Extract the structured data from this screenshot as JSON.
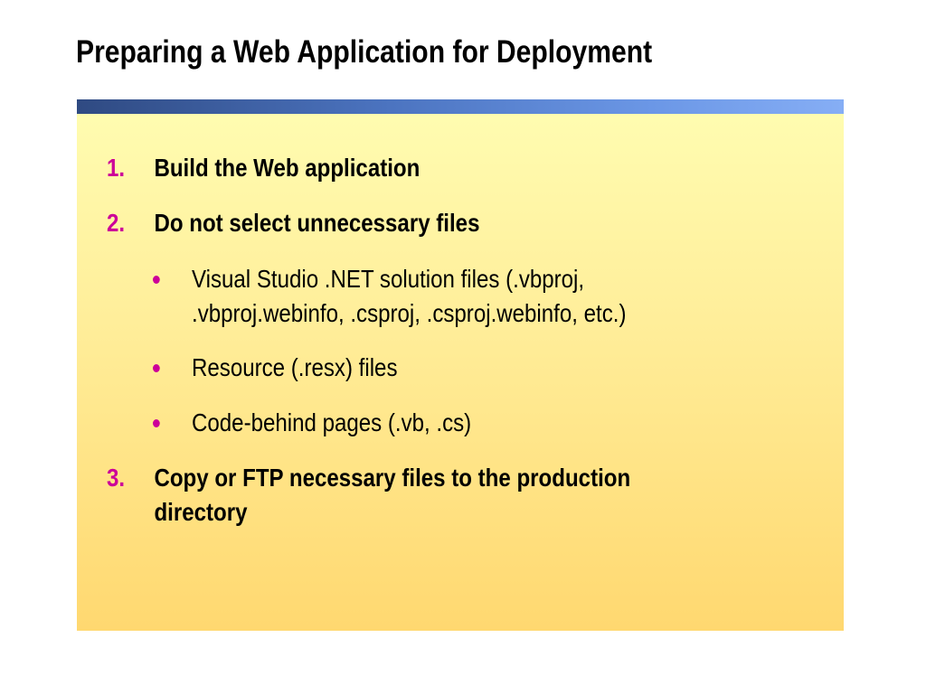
{
  "slide": {
    "title": "Preparing a Web Application for Deployment",
    "items": [
      {
        "number": "1.",
        "lines": [
          "Build the Web application"
        ]
      },
      {
        "number": "2.",
        "lines": [
          "Do not select unnecessary files"
        ]
      },
      {
        "number": "3.",
        "lines": [
          "Copy or FTP necessary files to the production",
          "directory"
        ]
      }
    ],
    "subitems": [
      {
        "lines": [
          "Visual Studio .NET solution files (.vbproj,",
          ".vbproj.webinfo, .csproj, .csproj.webinfo, etc.)"
        ]
      },
      {
        "lines": [
          "Resource (.resx) files"
        ]
      },
      {
        "lines": [
          "Code-behind pages (.vb, .cs)"
        ]
      }
    ]
  },
  "colors": {
    "numbering": "#cc0099",
    "bar_start": "#2f4a82",
    "bar_end": "#86aef5",
    "panel_top": "#fffcb0",
    "panel_bottom": "#ffd870"
  }
}
